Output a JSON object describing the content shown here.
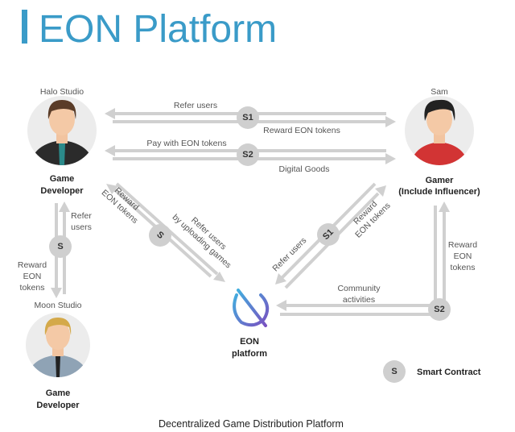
{
  "title": "EON Platform",
  "caption": "Decentralized Game Distribution Platform",
  "colors": {
    "accent": "#3a9bc8",
    "arrow": "#d0d0d0",
    "node": "#cfcfcf"
  },
  "actors": {
    "halo": {
      "name": "Halo Studio",
      "role1": "Game",
      "role2": "Developer"
    },
    "sam": {
      "name": "Sam",
      "role1": "Gamer",
      "role2": "(Include Influencer)"
    },
    "moon": {
      "name": "Moon Studio",
      "role1": "Game",
      "role2": "Developer"
    },
    "eon": {
      "role1": "EON",
      "role2": "platform"
    }
  },
  "flows": {
    "top1": {
      "node": "S1",
      "left": "Refer users",
      "right": "Reward EON tokens"
    },
    "top2": {
      "node": "S2",
      "left": "Pay with EON tokens",
      "right": "Digital Goods"
    },
    "leftv": {
      "node": "S",
      "up1": "Refer",
      "up2": "users",
      "down1": "Reward",
      "down2": "EON",
      "down3": "tokens"
    },
    "diagl": {
      "node": "S",
      "a1": "Reward",
      "a2": "EON tokens",
      "b1": "Refer users",
      "b2": "by uploading games"
    },
    "diagr": {
      "node": "S1",
      "a": "Refer users",
      "b1": "Reward",
      "b2": "EON tokens"
    },
    "br": {
      "node": "S2",
      "v1": "Reward",
      "v2": "EON",
      "v3": "tokens",
      "h1": "Community",
      "h2": "activities"
    }
  },
  "legend": {
    "node": "S",
    "label": "Smart Contract"
  }
}
